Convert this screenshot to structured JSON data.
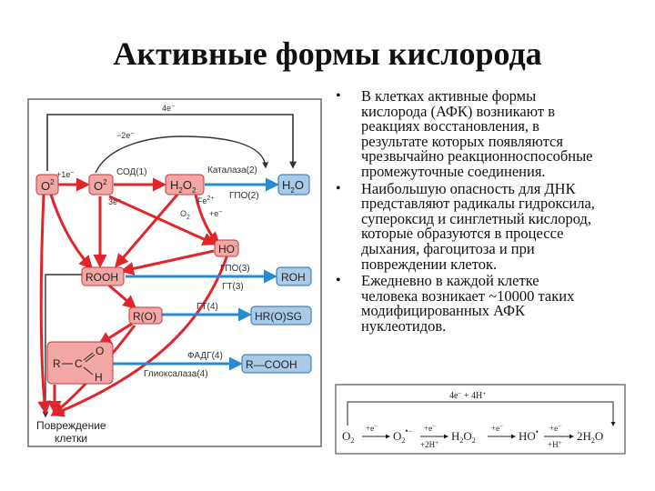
{
  "title": "Активные формы кислорода",
  "bullets": [
    [
      "В клетках активные формы",
      "кислорода (АФК) возникают в",
      "реакциях восстановления, в",
      "результате которых появляются",
      "чрезвычайно реакционноспособные",
      "промежуточные соединения."
    ],
    [
      "Наибольшую опасность для ДНК",
      "представляют радикалы гидроксила,",
      "супероксид и синглетный кислород,",
      "которые образуются в процессе",
      "дыхания, фагоцитоза и при",
      "повреждении клеток."
    ],
    [
      "Ежедневно в каждой клетке",
      "человека возникает ~10000 таких",
      "модифицированных АФК",
      "нуклеотидов."
    ]
  ],
  "bullet_char": "•",
  "diagram": {
    "nodes": {
      "o2": "O",
      "o2_sup": "2",
      "o2r": "O",
      "o2r_sup": "2",
      "o2r_dot": "·",
      "h2o2": "H",
      "h2o2_sub1": "2",
      "h2o2_o": "O",
      "h2o2_sub2": "2",
      "h2o": "H",
      "h2o_sub": "2",
      "h2o_o": "O",
      "ho": "HO",
      "ho_dot": "·",
      "rooh": "ROOH",
      "roh": "ROH",
      "ro": "R(O)",
      "hrosg": "HR(O)SG",
      "aldehyde_r": "R",
      "aldehyde_c": "C",
      "aldehyde_o": "O",
      "aldehyde_h": "H",
      "rcooh": "R—COOH",
      "damage_line1": "Повреждение",
      "damage_line2": "клетки"
    },
    "labels": {
      "four_e": "4e",
      "two_e": "−2e",
      "plus_e": "+1e",
      "three_e": "3e",
      "sod": "СОД(1)",
      "catalase": "Каталаза(2)",
      "gpo2": "ГПО(2)",
      "fe": "Fe",
      "o2_side": "O",
      "plus_e2": "+e",
      "gpo3": "ГПО(3)",
      "gt3": "ГТ(3)",
      "gt4": "ГТ(4)",
      "fadg": "ФАДГ(4)",
      "glyox": "Глиоксалаза(4)"
    },
    "colors": {
      "red_node": "#f2a7a5",
      "blue_node": "#a9cbe8",
      "red_arrow": "#e0262a",
      "blue_arrow": "#2a8ad0",
      "frame": "#555555"
    }
  },
  "scheme": {
    "top_label": "4e",
    "top_label2": "4H",
    "o2": "O",
    "o2_sub": "2",
    "step1_top": "+e",
    "o2r": "O",
    "o2r_sub": "2",
    "step2_top": "+e",
    "step2_bot": "+2H",
    "h2o2": "H",
    "h2o2_sub1": "2",
    "h2o2_o": "O",
    "h2o2_sub2": "2",
    "step3_top": "+e",
    "ho": "HO",
    "step4_top": "+e",
    "step4_bot": "+H",
    "h2o": "2H",
    "h2o_sub": "2",
    "h2o_o": "O"
  }
}
